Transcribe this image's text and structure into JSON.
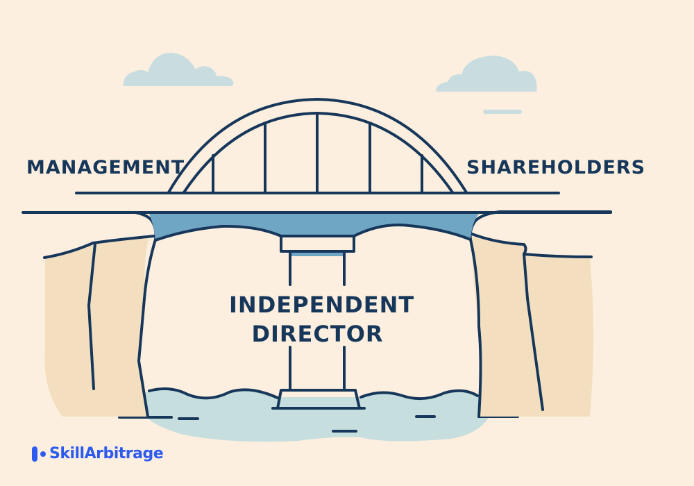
{
  "labels": {
    "left": "MANAGEMENT",
    "right": "SHAREHOLDERS",
    "center_line1": "INDEPENDENT",
    "center_line2": "DIRECTOR"
  },
  "brand": {
    "name": "SkillArbitrage"
  },
  "colors": {
    "background": "#fcefdf",
    "ink": "#17375a",
    "deck_fill": "#6fa6c4",
    "water": "#c7dede",
    "cliff": "#f3dfbf",
    "cloud": "#c9dde0",
    "brand": "#2d5bf0"
  }
}
